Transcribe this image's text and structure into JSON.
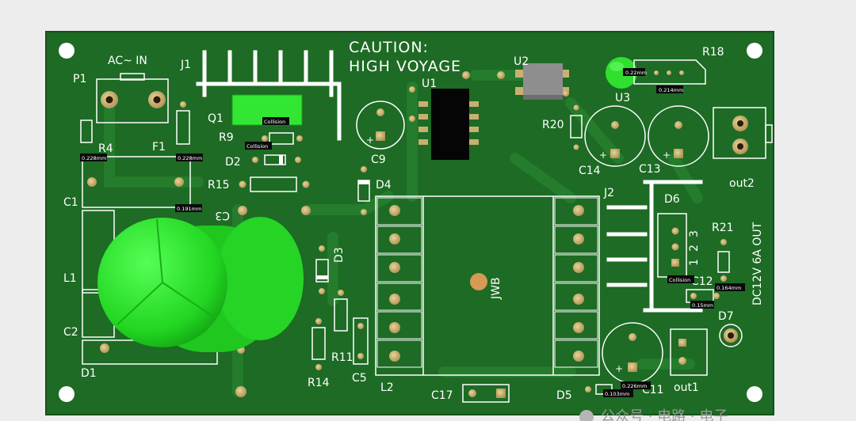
{
  "board": {
    "caution_line1": "CAUTION:",
    "caution_line2": "HIGH VOYAGE",
    "ac_in": "AC~ IN",
    "side_label": "DC12V 6A OUT",
    "chip_mark": "JWB",
    "pin_numbers": [
      "3",
      "2",
      "1"
    ]
  },
  "designators": {
    "P1": "P1",
    "J1": "J1",
    "U1": "U1",
    "U2": "U2",
    "U3": "U3",
    "R18": "R18",
    "Q1": "Q1",
    "R9": "R9",
    "R4": "R4",
    "F1": "F1",
    "D2": "D2",
    "R15": "R15",
    "C9": "C9",
    "D4": "D4",
    "R20": "R20",
    "C14": "C14",
    "C13": "C13",
    "out2": "out2",
    "C1": "C1",
    "C3": "C3",
    "J2": "J2",
    "D6": "D6",
    "R21": "R21",
    "C12": "C12",
    "D3": "D3",
    "L1": "L1",
    "C2": "C2",
    "D7": "D7",
    "R11": "R11",
    "C5": "C5",
    "D1": "D1",
    "R14": "R14",
    "L2": "L2",
    "C17": "C17",
    "D5": "D5",
    "C11": "C11",
    "out1": "out1"
  },
  "annotations": {
    "q1_collision": "Collision",
    "r9_collision": "Collision",
    "d6_collision": "Collision",
    "u3_clear_a": "0.22mm",
    "u3_clear_b": "0.214mm",
    "r4_clear": "0.228mm",
    "f1_clear": "0.228mm",
    "c1_clear": "0.191mm",
    "c12_clear_a": "0.164mm",
    "c12_clear_b": "0.15mm",
    "c11_clear_a": "0.226mm",
    "c11_clear_b": "0.103mm"
  },
  "watermark": {
    "text": "公众号 · 电路 · 电子"
  },
  "colors": {
    "background": "#ededed",
    "board": "#1d6b24",
    "board_edge": "#155219",
    "silkscreen": "#ffffff",
    "pad": "#c8b072",
    "pad_hole": "#2b1a06",
    "highlight": "#33e633",
    "tag_bg": "#0a0a0a",
    "ic_body": "#050505",
    "u2_body": "#8e8e8e"
  }
}
